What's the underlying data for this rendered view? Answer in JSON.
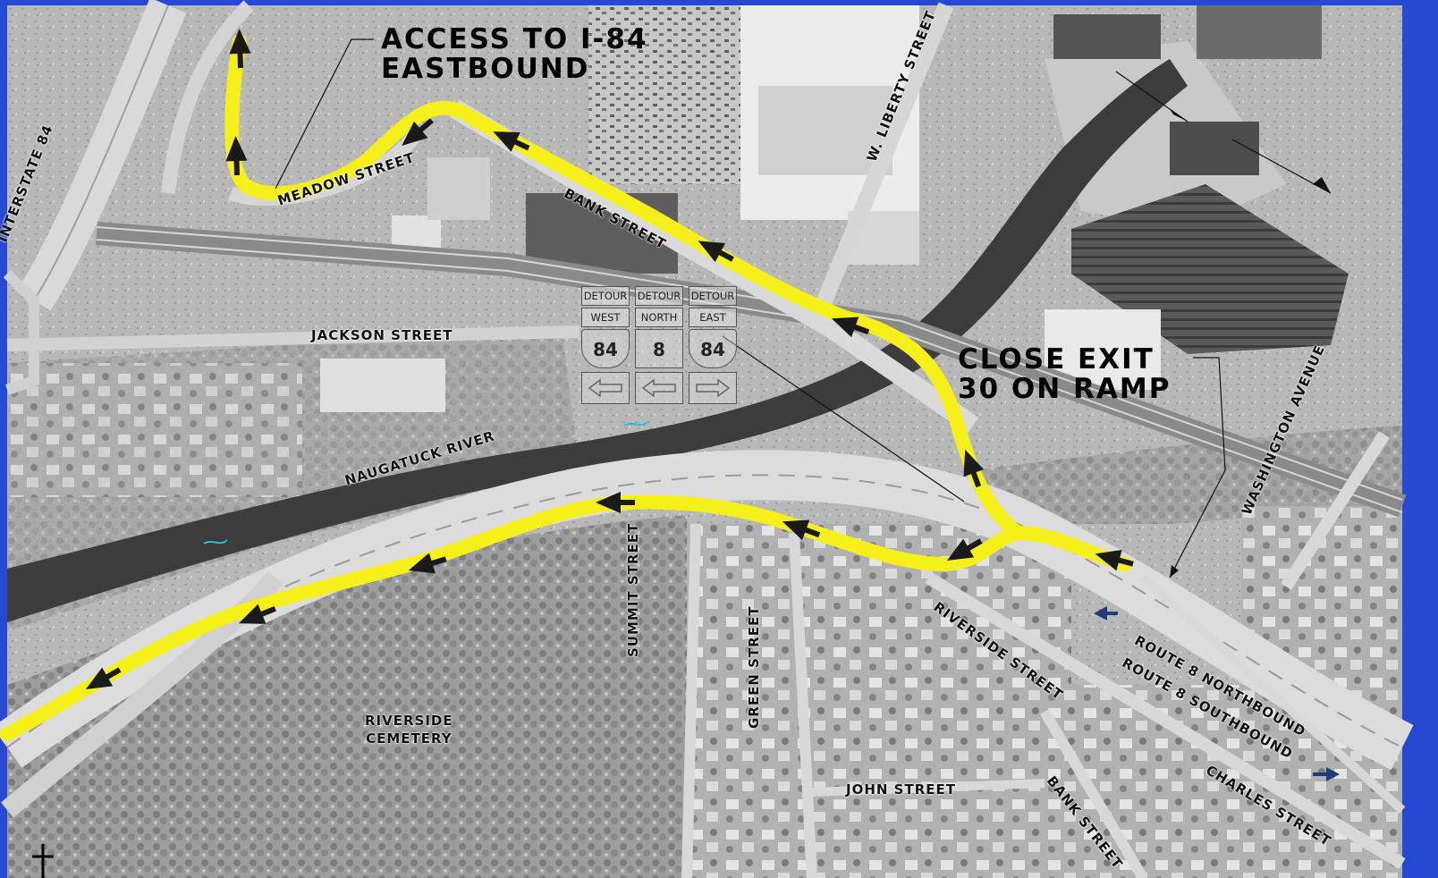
{
  "callouts": {
    "access": [
      "ACCESS  TO  I-84",
      "EASTBOUND"
    ],
    "close_exit": [
      "CLOSE  EXIT",
      "30  ON  RAMP"
    ]
  },
  "streets": {
    "interstate_84": "INTERSTATE 84",
    "meadow": "MEADOW STREET",
    "bank_north": "BANK STREET",
    "w_liberty": "W. LIBERTY STREET",
    "jackson": "JACKSON  STREET",
    "naugatuck_river": "NAUGATUCK  RIVER",
    "summit": "SUMMIT  STREET",
    "green": "GREEN  STREET",
    "riverside_street": "RIVERSIDE  STREET",
    "route8_nb": "ROUTE  8  NORTHBOUND",
    "route8_sb": "ROUTE  8  SOUTHBOUND",
    "washington": "WASHINGTON  AVENUE",
    "charles": "CHARLES  STREET",
    "bank_south": "BANK  STREET",
    "john": "JOHN  STREET",
    "riverside_cemetery": [
      "RIVERSIDE",
      "CEMETERY"
    ]
  },
  "detour_sign": {
    "top": [
      "DETOUR",
      "DETOUR",
      "DETOUR"
    ],
    "direction": [
      "WEST",
      "NORTH",
      "EAST"
    ],
    "routes": [
      "84",
      "8",
      "84"
    ]
  },
  "colors": {
    "detour_route": "#f5f01a",
    "frame": "#2549d2",
    "arrow": "#1a1a1a"
  }
}
